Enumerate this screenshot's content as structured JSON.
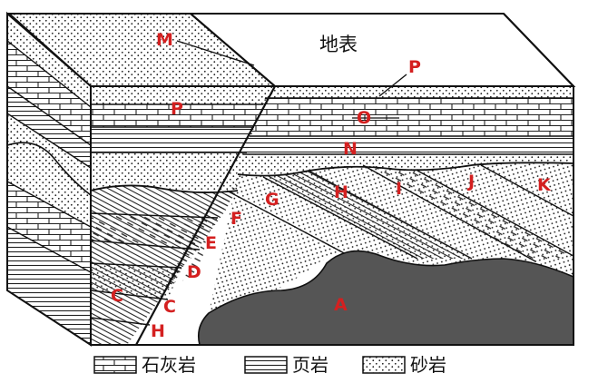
{
  "surface_label": "地表",
  "strata_labels": {
    "M": "M",
    "P_top_left": "P",
    "P_callout": "P",
    "O": "O",
    "N": "N",
    "G": "G",
    "H_right": "H",
    "I": "I",
    "J": "J",
    "K": "K",
    "F": "F",
    "E": "E",
    "D": "D",
    "C_left": "C",
    "C_mid": "C",
    "H_bottom": "H",
    "A": "A"
  },
  "legend": [
    {
      "symbol": "limestone",
      "label": "石灰岩"
    },
    {
      "symbol": "shale",
      "label": "页岩"
    },
    {
      "symbol": "sandstone",
      "label": "砂岩"
    }
  ],
  "colors": {
    "ink": "#111111",
    "label_red": "#d42020",
    "intrusion_gray": "#555555"
  }
}
